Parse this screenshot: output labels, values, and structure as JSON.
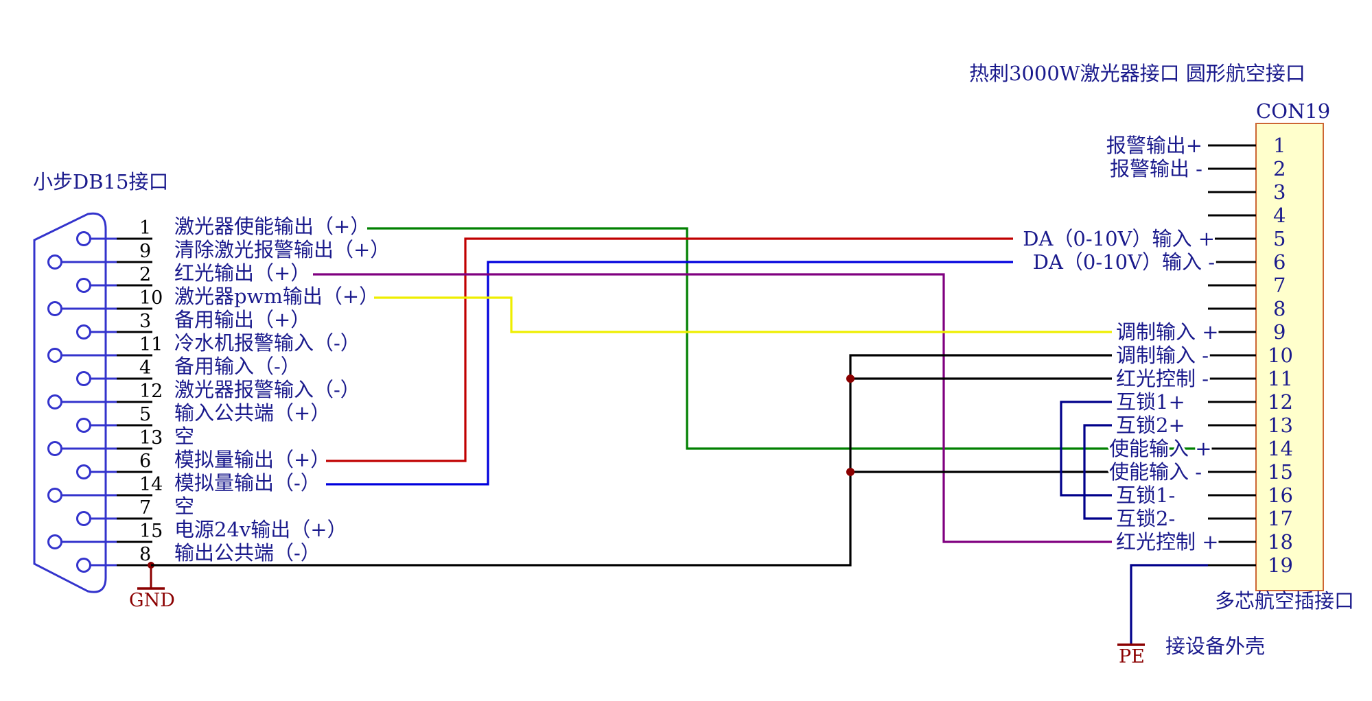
{
  "db15": {
    "title": "小步DB15接口",
    "pins": [
      {
        "num": "1",
        "label": "激光器使能输出（+）"
      },
      {
        "num": "9",
        "label": "清除激光报警输出（+）"
      },
      {
        "num": "2",
        "label": "红光输出（+）"
      },
      {
        "num": "10",
        "label": "激光器pwm输出（+）"
      },
      {
        "num": "3",
        "label": "备用输出（+）"
      },
      {
        "num": "11",
        "label": "冷水机报警输入（-）"
      },
      {
        "num": "4",
        "label": "备用输入（-）"
      },
      {
        "num": "12",
        "label": "激光器报警输入（-）"
      },
      {
        "num": "5",
        "label": "输入公共端（+）"
      },
      {
        "num": "13",
        "label": "空"
      },
      {
        "num": "6",
        "label": "模拟量输出（+）"
      },
      {
        "num": "14",
        "label": "模拟量输出（-）"
      },
      {
        "num": "7",
        "label": "空"
      },
      {
        "num": "15",
        "label": "电源24v输出（+）"
      },
      {
        "num": "8",
        "label": "输出公共端（-）"
      }
    ],
    "ground_label": "GND"
  },
  "con19": {
    "header": "热刺3000W激光器接口   圆形航空接口",
    "ref": "CON19",
    "pins": [
      {
        "num": "1",
        "label": "报警输出+"
      },
      {
        "num": "2",
        "label": "报警输出 -"
      },
      {
        "num": "3",
        "label": ""
      },
      {
        "num": "4",
        "label": ""
      },
      {
        "num": "5",
        "label": "DA（0-10V）输入 +"
      },
      {
        "num": "6",
        "label": "DA（0-10V）输入 -"
      },
      {
        "num": "7",
        "label": ""
      },
      {
        "num": "8",
        "label": ""
      },
      {
        "num": "9",
        "label": "调制输入 +"
      },
      {
        "num": "10",
        "label": "调制输入 -"
      },
      {
        "num": "11",
        "label": "红光控制 -"
      },
      {
        "num": "12",
        "label": "互锁1+"
      },
      {
        "num": "13",
        "label": "互锁2+"
      },
      {
        "num": "14",
        "label": "使能输入 +"
      },
      {
        "num": "15",
        "label": "使能输入 -"
      },
      {
        "num": "16",
        "label": "互锁1-"
      },
      {
        "num": "17",
        "label": "互锁2-"
      },
      {
        "num": "18",
        "label": "红光控制 +"
      },
      {
        "num": "19",
        "label": ""
      }
    ],
    "caption": "多芯航空插接口",
    "pe_label": "PE",
    "pe_note": "接设备外壳"
  },
  "colors": {
    "label": "#1a1a8c",
    "connector_outline": "#3333cc",
    "connector_fill": "#ffffcc",
    "connector_border": "#cc6633",
    "ground": "#8b0000",
    "wire_green": "#008000",
    "wire_red": "#c00000",
    "wire_blue": "#0000dd",
    "wire_purple": "#800080",
    "wire_yellow": "#eeee00",
    "wire_black": "#000000",
    "wire_navy": "#00008b"
  }
}
